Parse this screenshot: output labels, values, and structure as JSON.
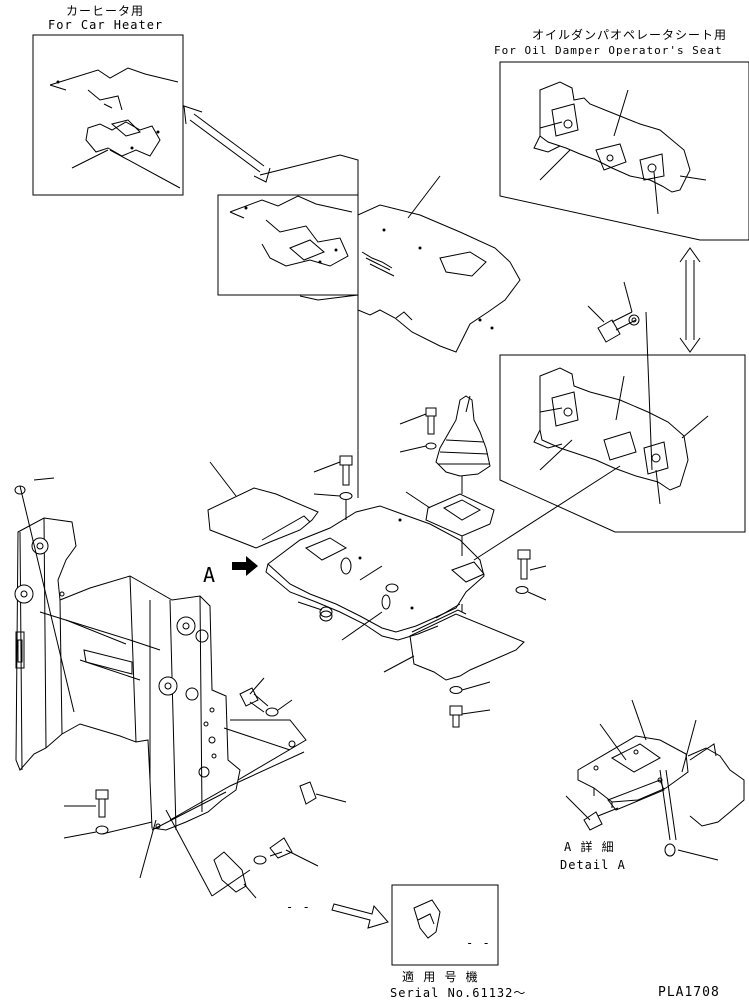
{
  "labels": {
    "car_heater_jp": "カーヒータ用",
    "car_heater_en": "For Car Heater",
    "oil_damper_jp": "オイルダンパオペレータシート用",
    "oil_damper_en": "For Oil Damper Operator's Seat",
    "view_marker": "A",
    "detail_jp": "A 詳 細",
    "detail_en": "Detail A",
    "serial_jp": "適 用 号 機",
    "serial_en": "Serial No.61132～",
    "dash_left": "- -",
    "dash_inset": "- -",
    "drawing_code": "PLA1708"
  }
}
